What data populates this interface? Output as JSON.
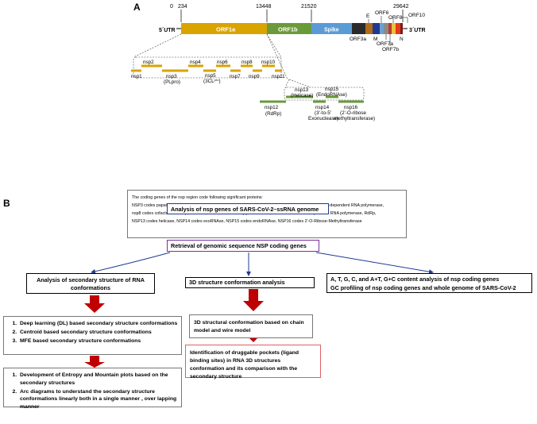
{
  "panel_a": {
    "label": "A",
    "coords": [
      "0",
      "234",
      "13448",
      "21520",
      "29642"
    ],
    "utr5": "5´UTR",
    "utr3": "3´UTR",
    "genes": {
      "orf1a": "ORF1a",
      "orf1b": "ORF1b",
      "spike": "Spike",
      "orf3a": "ORF3a",
      "e": "E",
      "m": "M",
      "orf6": "ORF6",
      "orf7a": "ORF7a",
      "orf7b": "ORF7b",
      "orf8": "ORF8",
      "n": "N",
      "orf10": "ORF10"
    },
    "nsp_top": [
      "nsp2",
      "nsp4",
      "nsp6",
      "nsp8",
      "nsp10"
    ],
    "nsp_bottom": [
      "nsp1",
      "nsp3",
      "(PLpro)",
      "nsp5",
      "(3CL",
      "pro",
      ")",
      "nsp7",
      "nsp9",
      "nsp11"
    ],
    "nsp_orf1b": {
      "nsp12": "nsp12",
      "nsp12b": "(RdRp)",
      "nsp13": "nsp13",
      "nsp13b": "(Helicase)",
      "nsp14": "nsp14",
      "nsp14b": "(3'-to-5'",
      "nsp14c": "Exonuclease)",
      "nsp15": "nsp15",
      "nsp15b": "(EndoRNAse)",
      "nsp16": "nsp16",
      "nsp16b": "(2'-O-ribose",
      "nsp16c": "methyltransferase)"
    },
    "colors": {
      "orf1a": "#d9a300",
      "orf1b": "#6a9a3a",
      "spike": "#5b9bd5",
      "orf3a": "#2a2a2a",
      "e": "#b36a1a",
      "m": "#1f3a8f",
      "orf6": "#6aa0d0",
      "orf7a": "#8a8a8a",
      "orf7b": "#c0392b",
      "orf8": "#e8c23a",
      "n": "#e83a1a",
      "orf10": "#7a1a1a"
    },
    "note_lines": [
      "The coding genes of the nsp region code following  significant proteins:",
      "NSP3 codes papain-like proteinase protein, NSP5 codes 3C-like proteinase, nsp7 codes  cofactor for RNA-dependent RNA polymerase,",
      "nsp8 codes cofactor for RdRp, Primase, or 3'-terminal adenylyltransferase, NSP12 codes RNA-dependent RNA polymerase, RdRp,",
      "NSP13  codes helicase, NSP14 codes exoRNAse,  NSP15   codes endoRNAse, NSP16  codes 2'-O-Ribose-Methyltransferase"
    ]
  },
  "panel_b": {
    "label": "B",
    "step1": "Analysis of nsp genes of SARS-CoV-2–ssRNA  genome",
    "step2": "Retrieval of genomic sequence NSP coding genes",
    "branch_left": "Analysis of secondary structure of RNA conformations",
    "branch_mid": "3D structure conformation analysis",
    "branch_right_1": "A, T, G, C, and A+T, G+C content analysis of nsp coding genes",
    "branch_right_2": "GC profiling of nsp coding genes and whole genome  of SARS-CoV-2",
    "left_list": [
      "Deep learning (DL) based secondary structure conformations",
      "Centroid based secondary structure conformations",
      "MFE based secondary structure conformations"
    ],
    "left_list2": [
      "Development of Entropy and Mountain plots based on the secondary structures",
      "Arc diagrams to understand the secondary structure conformations linearly both in a single manner , over lapping manner"
    ],
    "mid_box": "3D structural conformation based on chain model and wire model",
    "mid_box2": "Identification  of druggable pockets (ligand binding sites) in RNA 3D structures conformation and its comparison with the secondary structure",
    "arrow_color": "#c00000",
    "line_color": "#1f3a8f"
  }
}
